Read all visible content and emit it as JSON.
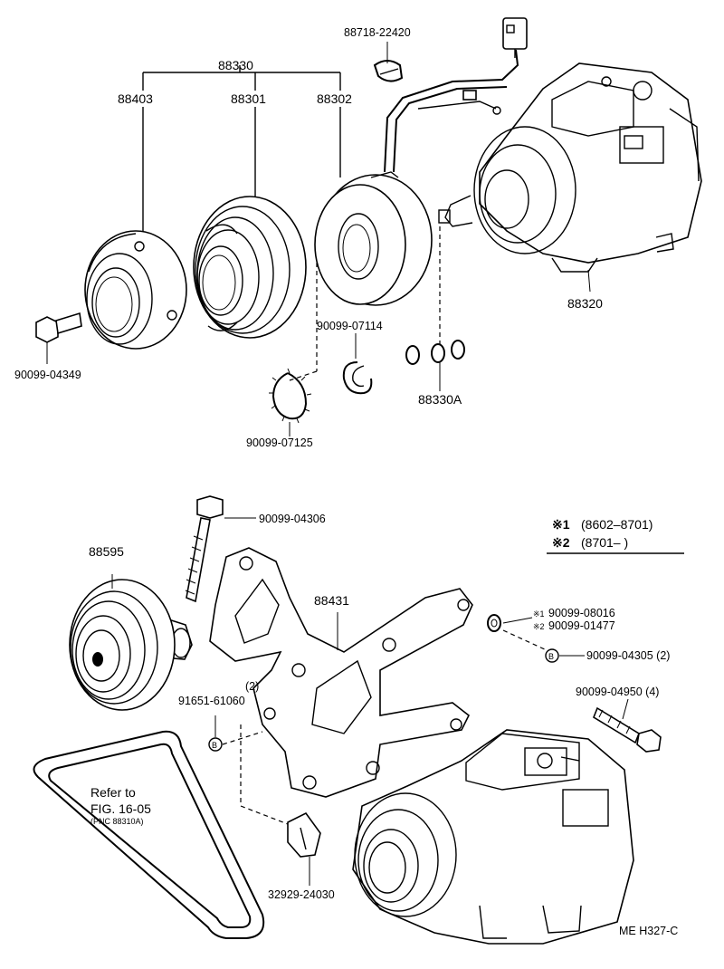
{
  "labels": {
    "p88330": "88330",
    "p88403": "88403",
    "p88301": "88301",
    "p88302": "88302",
    "p88718": "88718-22420",
    "p88320": "88320",
    "p90099_04349": "90099-04349",
    "p90099_07114": "90099-07114",
    "p90099_07125": "90099-07125",
    "p88330A": "88330A",
    "p90099_04306": "90099-04306",
    "p88595": "88595",
    "p88431": "88431",
    "p90099_08016": "90099-08016",
    "p90099_01477": "90099-01477",
    "p90099_04305": "90099-04305 (2)",
    "p90099_04950": "90099-04950 (4)",
    "p91651": "91651-61060",
    "p91651_qty": "(2)",
    "p32929": "32929-24030",
    "refer1": "Refer to",
    "refer2": "FIG. 16-05",
    "refer3": "(PNC 88310A)",
    "footer": "ME  H327-C"
  },
  "legend": {
    "line1_mark": "※1",
    "line1_range": "(8602–8701)",
    "line2_mark": "※2",
    "line2_range": "(8701–        )",
    "small1": "※1",
    "small2": "※2"
  },
  "markers": {
    "b_letter": "B"
  }
}
